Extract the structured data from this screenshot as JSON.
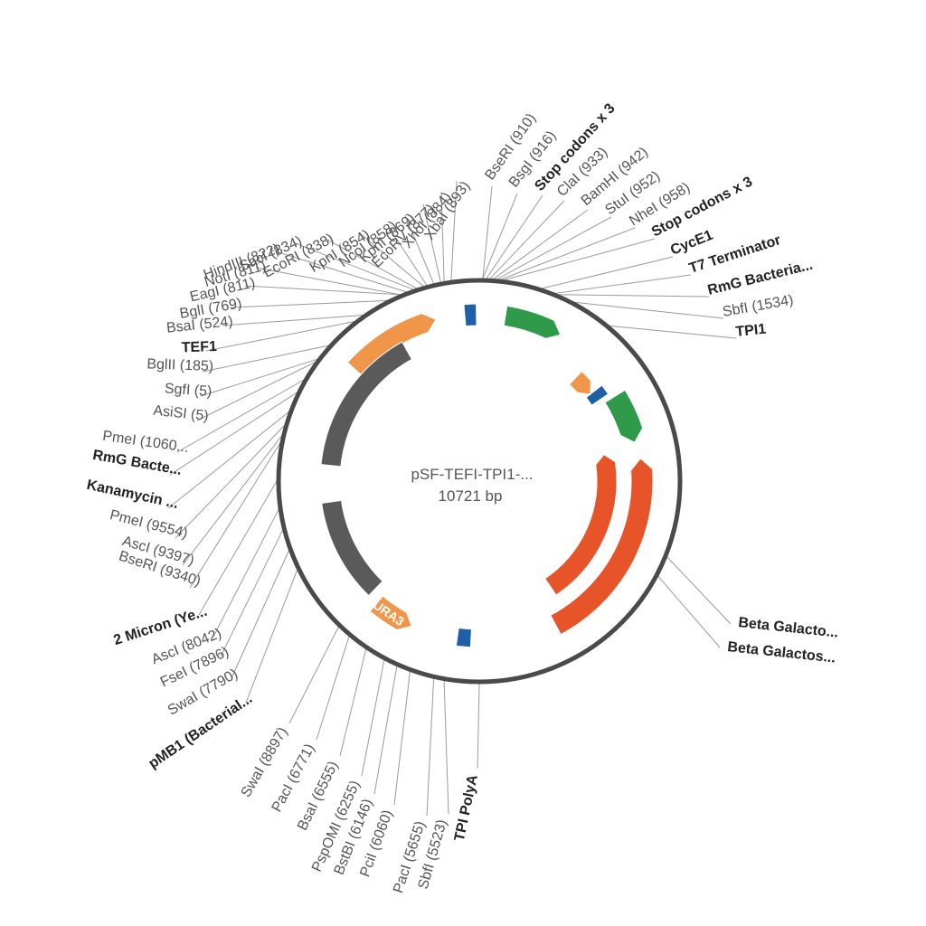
{
  "plasmid": {
    "name": "pSF-TEFI-TPI1-...",
    "size_label": "10721 bp"
  },
  "colors": {
    "backbone": "#4a4a4a",
    "lacz": "#e8542a",
    "promoter_orange": "#f0964a",
    "terminator_green": "#2e9a4a",
    "marker_blue": "#1f5fa8",
    "ori_gray": "#5a5a5a",
    "leader": "#9a9a9a"
  },
  "features": [
    {
      "name": "TEF1 promoter",
      "color": "#f0964a",
      "arrow": "cw"
    },
    {
      "name": "marker-top",
      "color": "#1f5fa8",
      "arrow": "none"
    },
    {
      "name": "RmG Bacterial term",
      "color": "#2e9a4a",
      "arrow": "cw"
    },
    {
      "name": "CycE1 small",
      "color": "#f0964a",
      "arrow": "cw"
    },
    {
      "name": "marker-right",
      "color": "#1f5fa8",
      "arrow": "none"
    },
    {
      "name": "TPI1",
      "color": "#2e9a4a",
      "arrow": "cw"
    },
    {
      "name": "Beta Galactosidase outer",
      "color": "#e8542a",
      "arrow": "ccw"
    },
    {
      "name": "Beta Galactosidase inner",
      "color": "#e8542a",
      "arrow": "ccw"
    },
    {
      "name": "marker-bottom",
      "color": "#1f5fa8",
      "arrow": "none"
    },
    {
      "name": "URA3",
      "color": "#f0964a",
      "arrow": "ccw",
      "text": "URA3"
    },
    {
      "name": "2 Micron",
      "color": "#5a5a5a",
      "arrow": "none"
    },
    {
      "name": "Kanamycin",
      "color": "#5a5a5a",
      "arrow": "none"
    }
  ],
  "labels_left": [
    {
      "text": "XbaI (893)",
      "bold": false
    },
    {
      "text": "XhoI (884)",
      "bold": false
    },
    {
      "text": "EcoRV (877)",
      "bold": false
    },
    {
      "text": "KpnI (869)",
      "bold": false
    },
    {
      "text": "NcoI (858)",
      "bold": false
    },
    {
      "text": "KpnI (854)",
      "bold": false
    },
    {
      "text": "EcoRI (838)",
      "bold": false
    },
    {
      "text": "SacI (834)",
      "bold": false
    },
    {
      "text": "HindIII (822)",
      "bold": false
    },
    {
      "text": "NotI (811)",
      "bold": false
    },
    {
      "text": "EagI (811)",
      "bold": false
    },
    {
      "text": "BglI (769)",
      "bold": false
    },
    {
      "text": "BsaI (524)",
      "bold": false
    },
    {
      "text": "TEF1",
      "bold": true
    },
    {
      "text": "BglII (185)",
      "bold": false
    },
    {
      "text": "SgfI (5)",
      "bold": false
    },
    {
      "text": "AsiSI (5)",
      "bold": false
    },
    {
      "text": "PmeI (1060...",
      "bold": false
    },
    {
      "text": "RmG Bacte...",
      "bold": true
    },
    {
      "text": "Kanamycin ...",
      "bold": true
    },
    {
      "text": "PmeI (9554)",
      "bold": false
    },
    {
      "text": "AscI (9397)",
      "bold": false
    },
    {
      "text": "BseRI (9340)",
      "bold": false
    },
    {
      "text": "2 Micron (Ye...",
      "bold": true
    },
    {
      "text": "AscI (8042)",
      "bold": false
    },
    {
      "text": "FseI (7896)",
      "bold": false
    },
    {
      "text": "SwaI (7790)",
      "bold": false
    },
    {
      "text": "pMB1 (Bacterial...",
      "bold": true
    }
  ],
  "labels_top_right": [
    {
      "text": "BseRI (910)",
      "bold": false
    },
    {
      "text": "BsgI (916)",
      "bold": false
    },
    {
      "text": "Stop codons x 3",
      "bold": true
    },
    {
      "text": "ClaI (933)",
      "bold": false
    },
    {
      "text": "BamHI (942)",
      "bold": false
    },
    {
      "text": "StuI (952)",
      "bold": false
    },
    {
      "text": "NheI (958)",
      "bold": false
    },
    {
      "text": "Stop codons x 3",
      "bold": true
    },
    {
      "text": "CycE1",
      "bold": true
    },
    {
      "text": "T7 Terminator",
      "bold": true
    },
    {
      "text": "RmG Bacteria...",
      "bold": true
    },
    {
      "text": "SbfI (1534)",
      "bold": false
    },
    {
      "text": "TPI1",
      "bold": true
    }
  ],
  "labels_right": [
    {
      "text": "Beta Galacto...",
      "bold": true
    },
    {
      "text": "Beta Galactos...",
      "bold": true
    }
  ],
  "labels_bottom": [
    {
      "text": "SwaI (8897)",
      "bold": false
    },
    {
      "text": "PacI (6771)",
      "bold": false
    },
    {
      "text": "BsaI (6555)",
      "bold": false
    },
    {
      "text": "PspOMI (6255)",
      "bold": false
    },
    {
      "text": "BstBI (6146)",
      "bold": false
    },
    {
      "text": "PciI (6060)",
      "bold": false
    },
    {
      "text": "PacI (5655)",
      "bold": false
    },
    {
      "text": "SbfI (5523)",
      "bold": false
    },
    {
      "text": "TPI PolyA",
      "bold": true
    }
  ]
}
